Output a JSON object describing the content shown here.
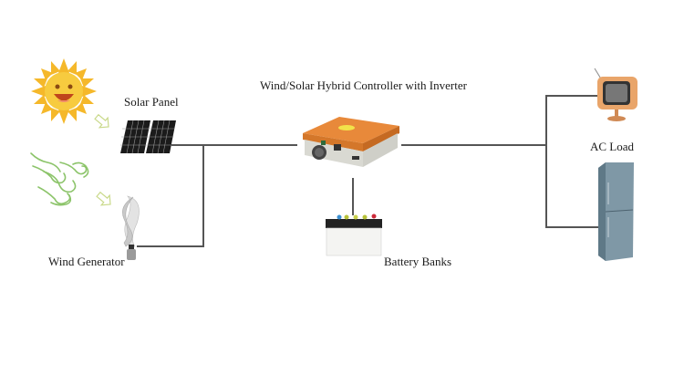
{
  "diagram": {
    "labels": {
      "solar_panel": "Solar Panel",
      "wind_generator": "Wind Generator",
      "controller": "Wind/Solar Hybrid Controller with Inverter",
      "battery": "Battery Banks",
      "ac_load": "AC Load"
    },
    "colors": {
      "wire": "#555555",
      "sun": "#f6c533",
      "sun_face": "#e8a21b",
      "wind": "#8cc46a",
      "controller_top": "#e8893a",
      "controller_body": "#d9d9d2",
      "tv": "#e9a56a",
      "fridge": "#7f98a6",
      "panel": "#1b1b1b"
    },
    "icons": [
      "sun-icon",
      "wind-icon",
      "solar-panel-icon",
      "wind-turbine-icon",
      "controller-icon",
      "battery-icon",
      "tv-icon",
      "fridge-icon",
      "arrow-icon"
    ]
  }
}
